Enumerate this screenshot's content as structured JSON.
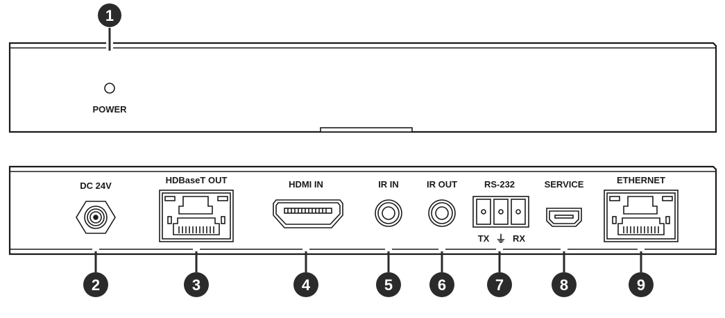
{
  "front_panel": {
    "callout": "1",
    "power_label": "POWER"
  },
  "rear_panel": {
    "ports": [
      {
        "callout": "2",
        "label": "DC 24V",
        "icon": "dc-power-jack-icon"
      },
      {
        "callout": "3",
        "label": "HDBaseT OUT",
        "icon": "rj45-port-icon"
      },
      {
        "callout": "4",
        "label": "HDMI IN",
        "icon": "hdmi-port-icon"
      },
      {
        "callout": "5",
        "label": "IR IN",
        "icon": "ir-jack-icon"
      },
      {
        "callout": "6",
        "label": "IR OUT",
        "icon": "ir-jack-icon"
      },
      {
        "callout": "7",
        "label": "RS-232",
        "icon": "terminal-block-icon",
        "sublabel_left": "TX",
        "sublabel_right": "RX",
        "ground_symbol": "⏚"
      },
      {
        "callout": "8",
        "label": "SERVICE",
        "icon": "mini-usb-port-icon"
      },
      {
        "callout": "9",
        "label": "ETHERNET",
        "icon": "rj45-port-icon"
      }
    ]
  },
  "colors": {
    "line": "#1a1a1a",
    "callout_fill": "#2b2b2b",
    "callout_text": "#ffffff",
    "background": "#ffffff"
  }
}
